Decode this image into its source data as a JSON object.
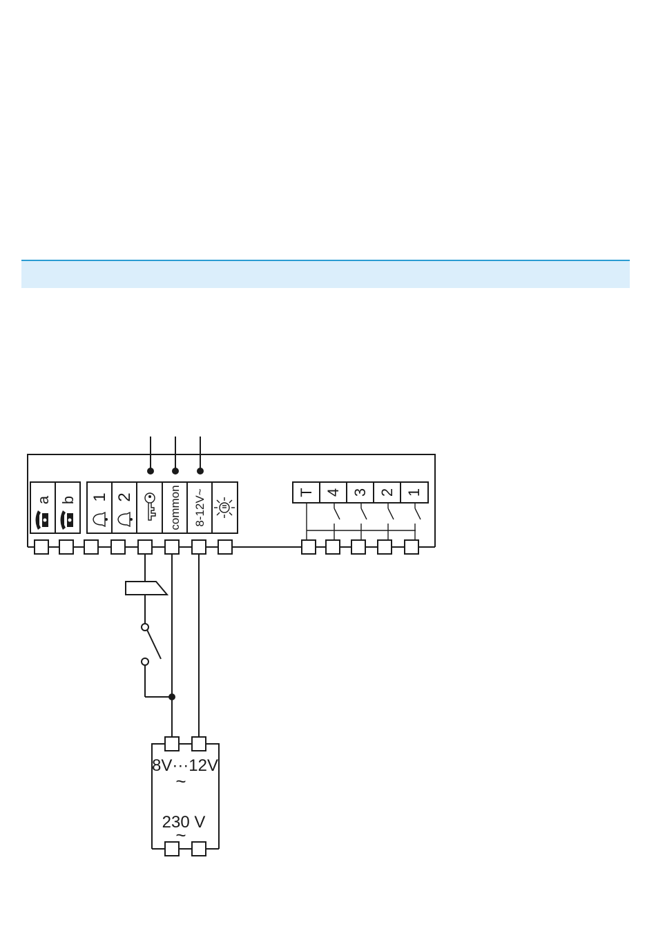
{
  "terminals_left": {
    "phone_a": "a",
    "phone_b": "b",
    "bell_1": "1",
    "bell_2": "2",
    "common": "common",
    "supply": "8-12V~"
  },
  "terminals_right": [
    "T",
    "4",
    "3",
    "2",
    "1"
  ],
  "transformer": {
    "secondary": "8V···12V",
    "secondary_ac": "~",
    "primary": "230 V",
    "primary_ac": "~"
  },
  "icons": {
    "phone": "telephone-icon",
    "bell": "bell-icon",
    "key": "key-icon",
    "light": "light-bulb-icon"
  },
  "colors": {
    "band": "#dbeefb",
    "band_line": "#2a9bd2",
    "ink": "#1a1a1a"
  }
}
